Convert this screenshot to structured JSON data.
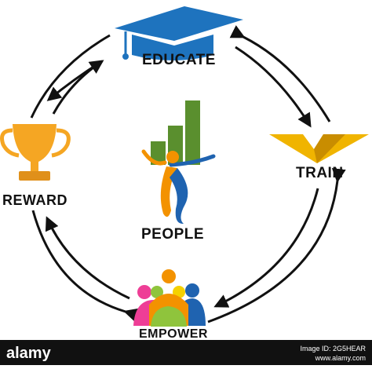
{
  "nodes": {
    "educate": "EDUCATE",
    "train": "TRAIN",
    "empower": "EMPOWER",
    "reward": "REWARD",
    "center": "PEOPLE"
  },
  "icons": {
    "educate": "graduation-cap-icon",
    "train": "chevron-logo-icon",
    "empower": "group-of-people-icon",
    "reward": "trophy-icon",
    "center": "growth-chart-person-icon"
  },
  "colors": {
    "cap": "#1e73be",
    "chevron": "#f0b400",
    "trophy": "#f5a623",
    "chart": "#5a8f2e",
    "person_orange": "#f39200",
    "person_blue": "#1f63b0",
    "arrow": "#111111",
    "footer": "#111111"
  },
  "watermark": {
    "logo": "alamy",
    "image_id": "Image ID: 2G5HEAR",
    "site": "www.alamy.com"
  }
}
